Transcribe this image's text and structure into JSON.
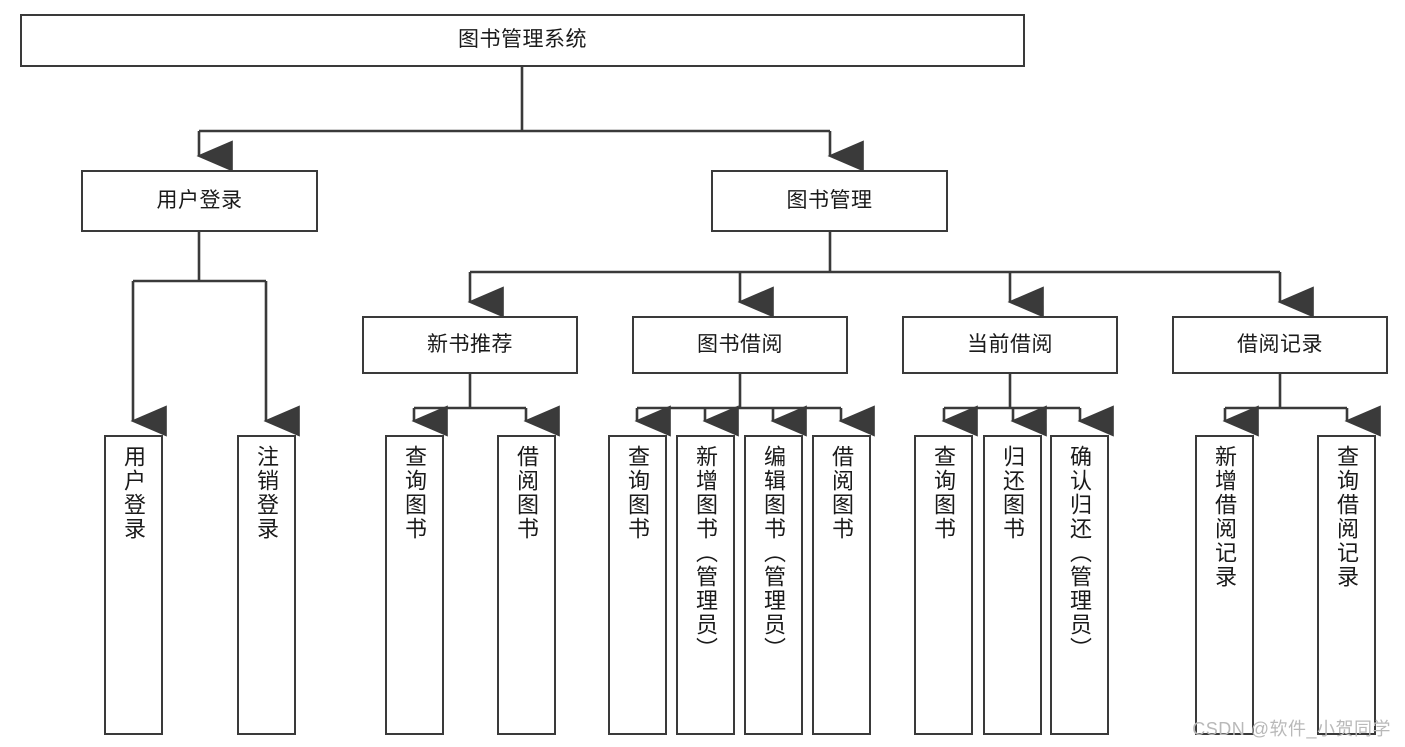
{
  "diagram": {
    "title": "图书管理系统",
    "type": "functional-structure-tree",
    "stroke_color": "#3a3a3a",
    "fill_color": "#ffffff",
    "text_color": "#1a1a1a",
    "root": {
      "label": "图书管理系统"
    },
    "level1": [
      {
        "label": "用户登录"
      },
      {
        "label": "图书管理"
      }
    ],
    "level2": [
      {
        "label": "新书推荐"
      },
      {
        "label": "图书借阅"
      },
      {
        "label": "当前借阅"
      },
      {
        "label": "借阅记录"
      }
    ],
    "leaves": [
      {
        "label": "用户登录"
      },
      {
        "label": "注销登录"
      },
      {
        "label": "查询图书"
      },
      {
        "label": "借阅图书"
      },
      {
        "label": "查询图书"
      },
      {
        "label": "新增图书（管理员）"
      },
      {
        "label": "编辑图书（管理员）"
      },
      {
        "label": "借阅图书"
      },
      {
        "label": "查询图书"
      },
      {
        "label": "归还图书"
      },
      {
        "label": "确认归还（管理员）"
      },
      {
        "label": "新增借阅记录"
      },
      {
        "label": "查询借阅记录"
      }
    ]
  },
  "watermark": {
    "text": "CSDN @软件_小贺同学",
    "color": "#b9b9b9"
  }
}
